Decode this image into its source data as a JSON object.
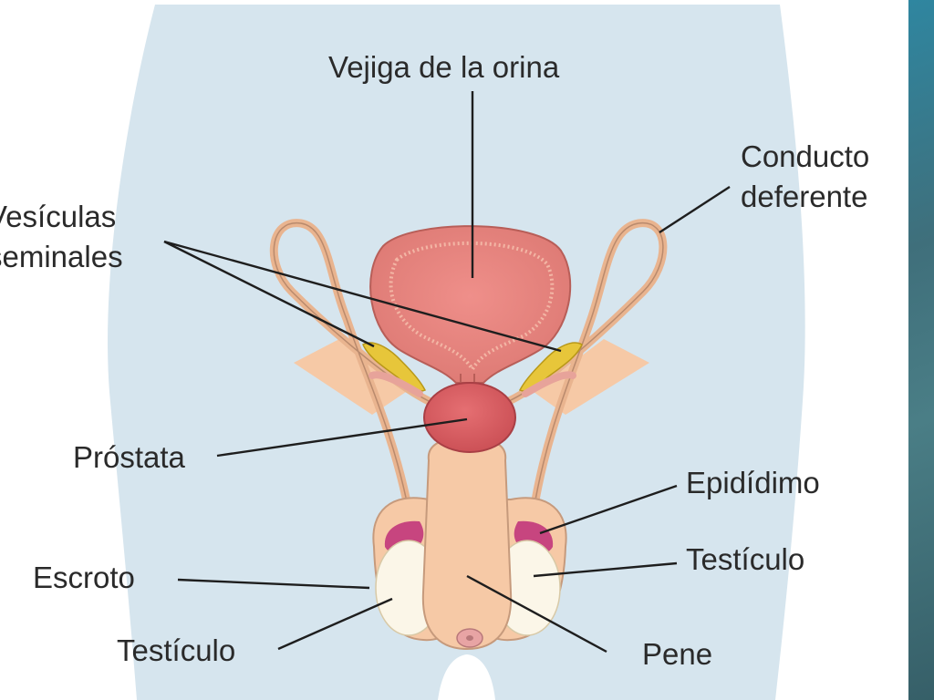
{
  "diagram": {
    "labels": {
      "bladder": "Vejiga de la orina",
      "vas_deferens_line1": "Conducto",
      "vas_deferens_line2": "deferente",
      "seminal_vesicles_line1": "Vesículas",
      "seminal_vesicles_line2": "seminales",
      "prostate": "Próstata",
      "epididymis": "Epidídimo",
      "testicle_right": "Testículo",
      "scrotum": "Escroto",
      "testicle_left": "Testículo",
      "penis": "Pene"
    },
    "colors": {
      "background_body": "#d6e5ee",
      "label_text": "#2a2a2a",
      "bladder": "#e0847f",
      "prostate": "#d4575c",
      "seminal_vesicles": "#e7c63a",
      "epididymis": "#c7457f",
      "testicle": "#fbf6e8",
      "penis_skin": "#f6c9a6",
      "side_strip": "#3f6f7b"
    }
  }
}
